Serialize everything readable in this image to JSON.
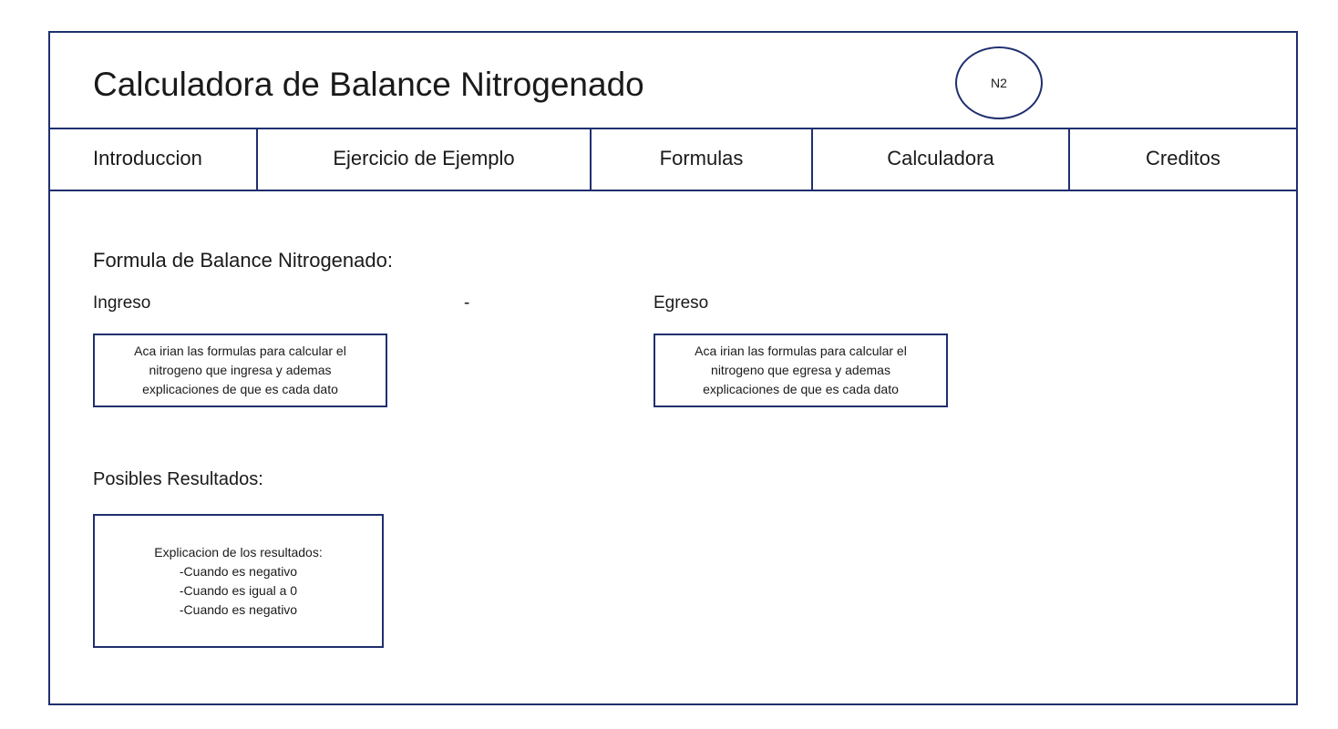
{
  "header": {
    "title": "Calculadora de Balance Nitrogenado",
    "logo_text": "N2"
  },
  "nav": {
    "tabs": [
      {
        "label": "Introduccion"
      },
      {
        "label": "Ejercicio de Ejemplo"
      },
      {
        "label": "Formulas"
      },
      {
        "label": "Calculadora"
      },
      {
        "label": "Creditos"
      }
    ]
  },
  "main": {
    "formula_heading": "Formula de Balance Nitrogenado:",
    "ingreso_label": "Ingreso",
    "minus_sign": "-",
    "egreso_label": "Egreso",
    "ingreso_box": {
      "lines": [
        "Aca irian las formulas para calcular el",
        "nitrogeno que ingresa y ademas",
        "explicaciones de que es cada dato"
      ]
    },
    "egreso_box": {
      "lines": [
        "Aca irian las formulas para calcular el",
        "nitrogeno que egresa y ademas",
        "explicaciones de que es cada dato"
      ]
    },
    "results_heading": "Posibles Resultados:",
    "results_box": {
      "lines": [
        "Explicacion de los resultados:",
        "-Cuando es negativo",
        "-Cuando es igual a 0",
        "-Cuando es negativo"
      ]
    }
  },
  "colors": {
    "border": "#1f2f6e",
    "text": "#1a1a1a",
    "background": "#ffffff"
  }
}
